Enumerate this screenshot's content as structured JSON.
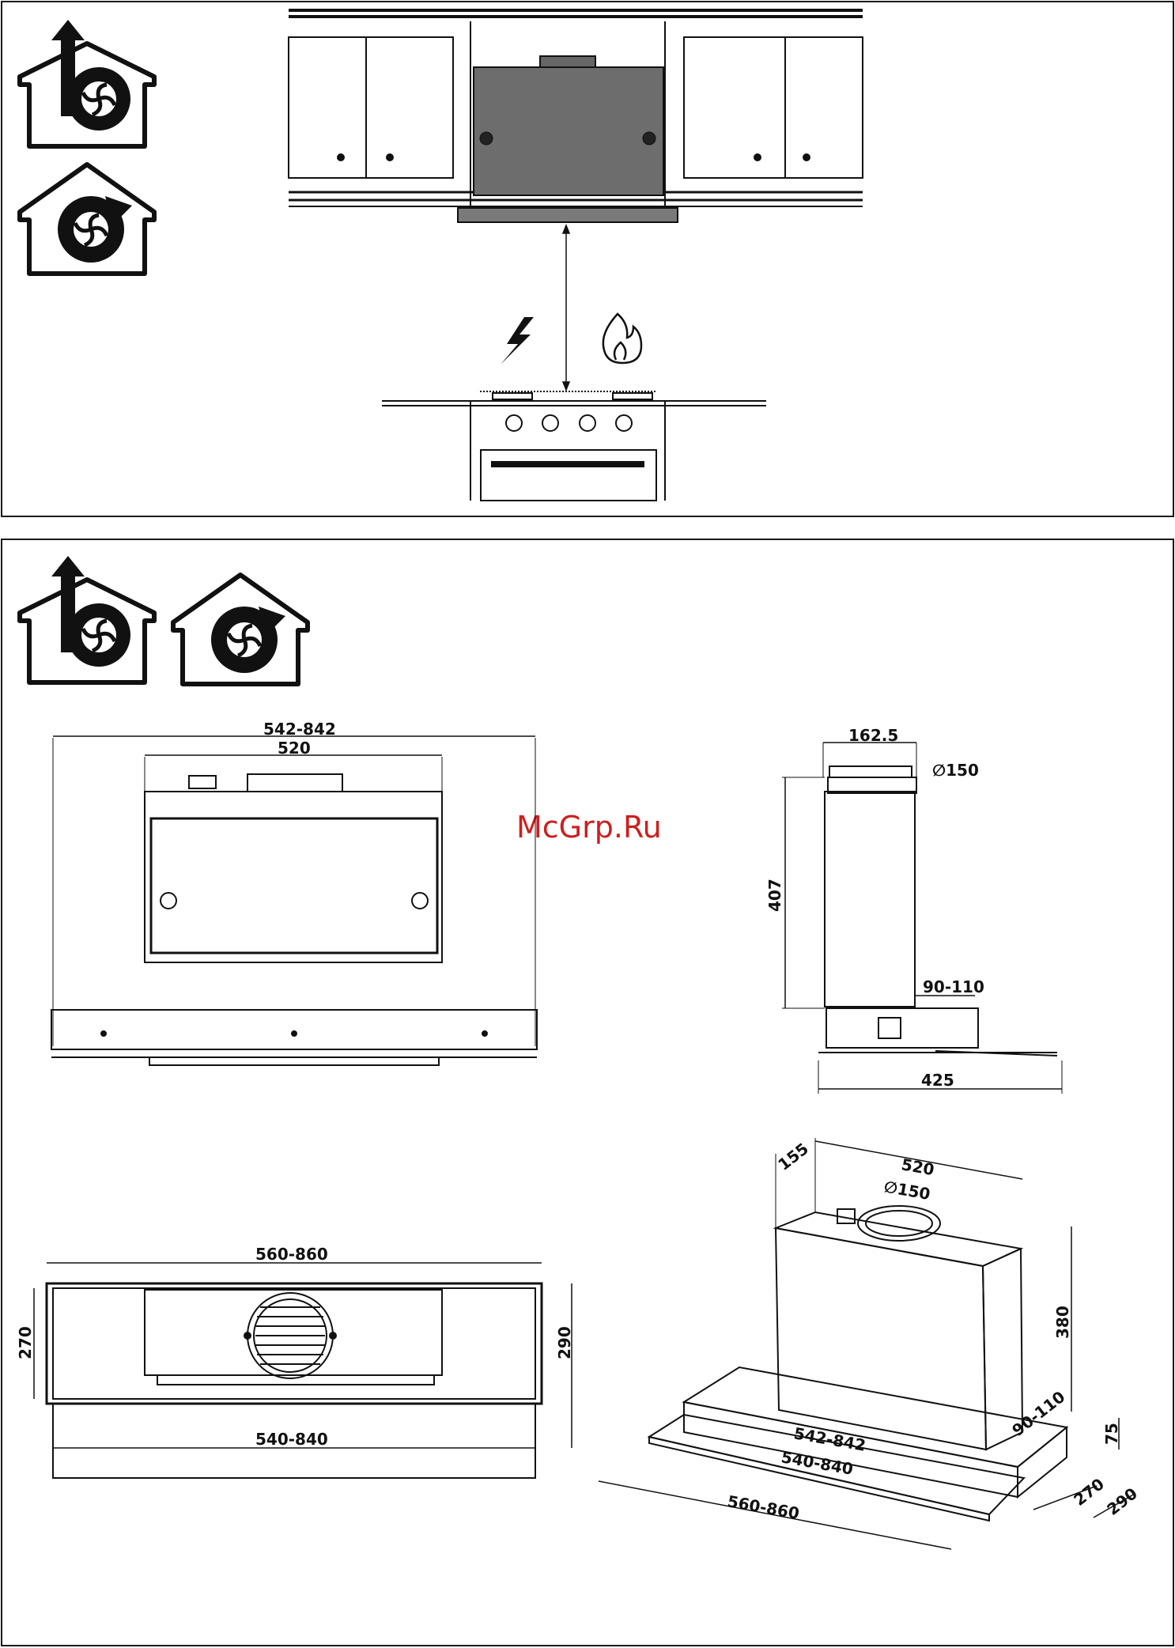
{
  "watermark": "McGrp.Ru",
  "icons": {
    "top": [
      "house-exhaust-icon",
      "house-recirculation-icon"
    ],
    "bottom": [
      "house-exhaust-icon",
      "house-recirculation-icon"
    ],
    "hazards": [
      "electric-bolt-icon",
      "gas-flame-icon"
    ]
  },
  "front_view": {
    "overall_width": "542-842",
    "body_width": "520"
  },
  "side_view": {
    "top_width": "162.5",
    "duct_diameter": "∅150",
    "height": "407",
    "front_offset": "90-110",
    "depth": "425"
  },
  "bottom_view": {
    "overall_width": "560-860",
    "depth_inner": "270",
    "depth_outer": "290",
    "front_width": "540-840"
  },
  "iso_view": {
    "side_depth": "155",
    "body_width": "520",
    "duct_diameter": "∅150",
    "height": "380",
    "width_range": "542-842",
    "front_offset": "90-110",
    "panel_height": "75",
    "panel_width": "540-840",
    "base_width": "560-860",
    "depth_inner": "270",
    "depth_outer": "290"
  }
}
